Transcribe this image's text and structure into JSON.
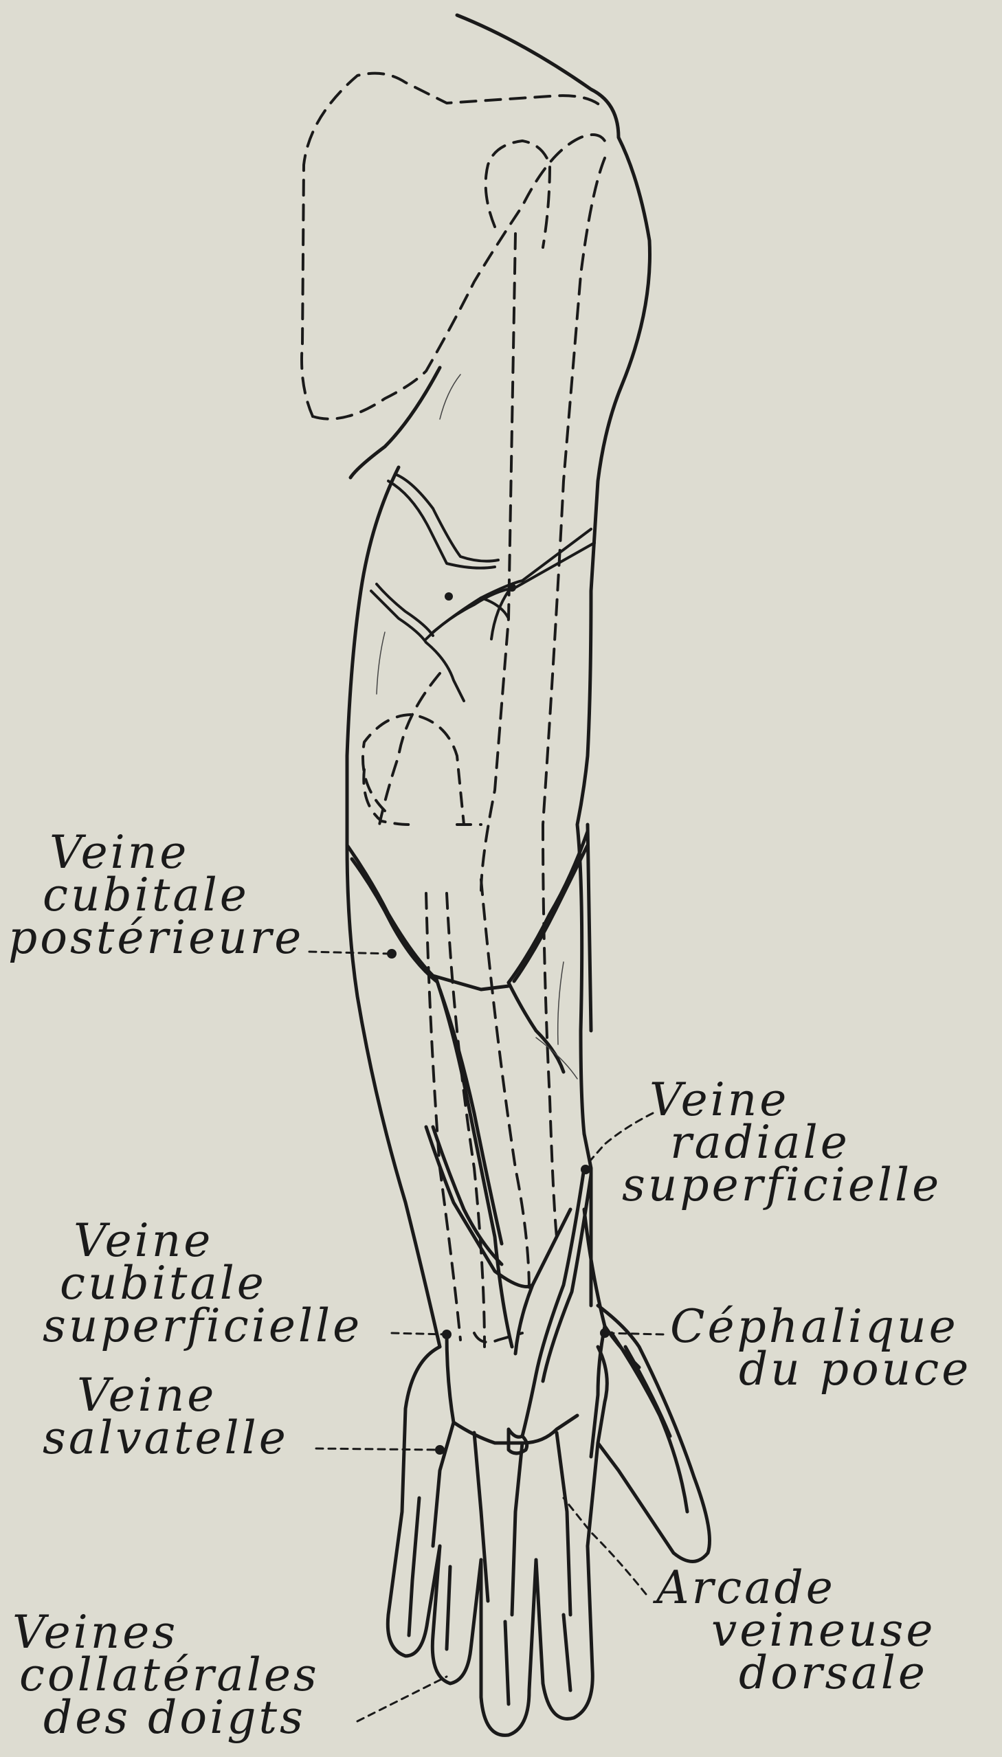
{
  "colors": {
    "paper": "#dddcd1",
    "ink": "#1a1a1a"
  },
  "labels": {
    "cubitale_posterieure": [
      "Veine",
      "cubitale",
      "postérieure"
    ],
    "radiale_superficielle": [
      "Veine",
      "radiale",
      "superficielle"
    ],
    "cubitale_superficielle": [
      "Veine",
      "cubitale",
      "superficielle"
    ],
    "cephalique_pouce": [
      "Céphalique",
      "du pouce"
    ],
    "salvatelle": [
      "Veine",
      "salvatelle"
    ],
    "arcade_dorsale": [
      "Arcade",
      "veineuse",
      "dorsale"
    ],
    "collaterales_doigts": [
      "Veines",
      "collatérales",
      "des doigts"
    ]
  }
}
